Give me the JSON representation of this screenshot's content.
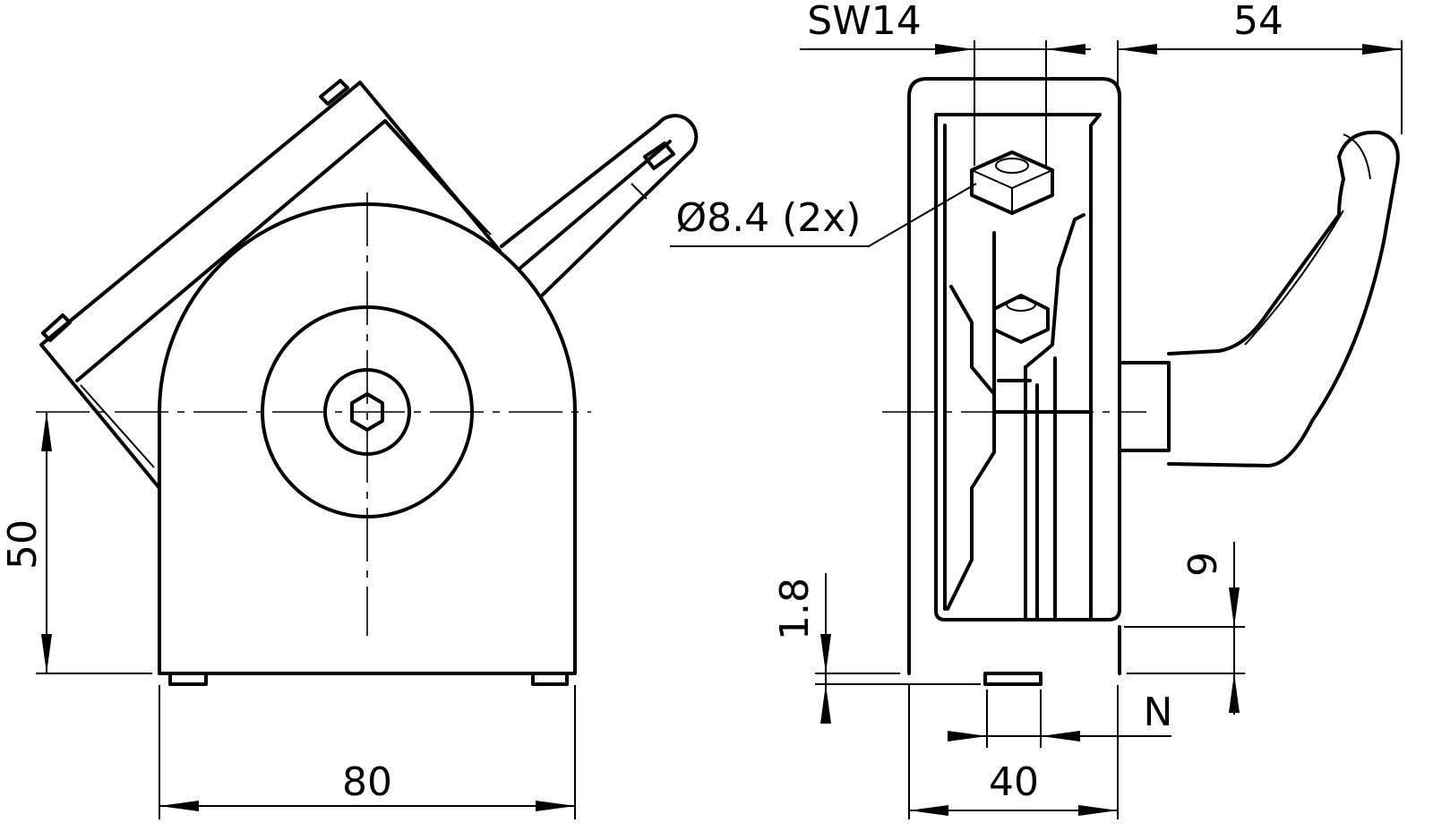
{
  "labels": {
    "sw": "SW14",
    "handle_reach": "54",
    "hole": "Ø8.4 (2x)",
    "height": "50",
    "width": "80",
    "slot_depth": "1.8",
    "flange": "9",
    "n": "N",
    "depth": "40"
  },
  "colors": {
    "line": "#000000",
    "background": "#ffffff"
  }
}
